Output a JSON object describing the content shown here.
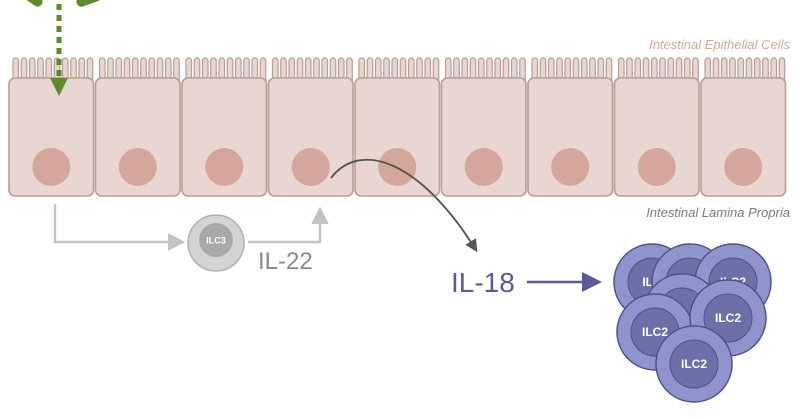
{
  "labels": {
    "epithelial": "Intestinal Epithelial Cells",
    "lamina": "Intestinal Lamina Propria",
    "il22": "IL-22",
    "il18": "IL-18"
  },
  "ilc3": {
    "label": "ILC3"
  },
  "ilc2_cluster": {
    "visible_labels": [
      "ILC",
      "ILC",
      "ILC2",
      "C",
      "ILC2",
      "ILC2",
      "ILC2"
    ]
  },
  "epithelium": {
    "cell_count": 9
  },
  "colors": {
    "cell_fill": "#e9d6d0",
    "cell_stroke": "#b79e96",
    "nucleus": "#d4a69c",
    "label_pink": "#d2a6a0",
    "label_gray": "#7e7b7b",
    "arrow_gray": "#c3c3c3",
    "arrow_dark": "#555555",
    "il18_color": "#5a5a98",
    "ilc2_outer": "#8f95cc",
    "ilc2_inner": "#6c70a8",
    "ilc2_stroke": "#4e5286",
    "ilc3_outer": "#d3d3d3",
    "ilc3_inner": "#a9a9a9",
    "bacteria_green": "#5d8a2c"
  }
}
